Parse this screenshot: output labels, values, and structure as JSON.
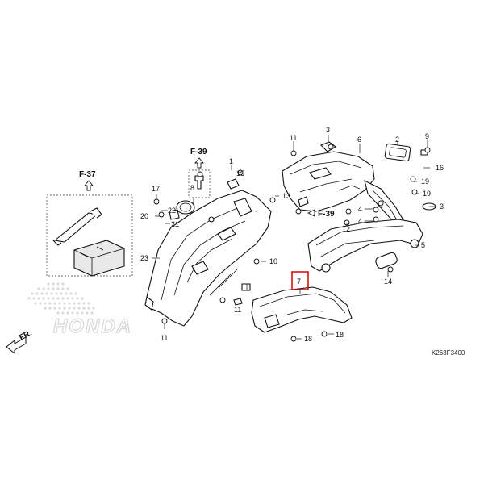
{
  "brand": "HONDA",
  "diagram_code": "K263F3400",
  "direction_label": "FR.",
  "highlight_color": "#dd1111",
  "refs": {
    "f37": "F-37",
    "f39_top": "F-39",
    "f39_mid": "F-39"
  },
  "callouts": {
    "c1": "1",
    "c2": "2",
    "c3a": "3",
    "c3b": "3",
    "c4a": "4",
    "c4b": "4",
    "c5": "5",
    "c6": "6",
    "c7": "7",
    "c8": "8",
    "c9": "9",
    "c10": "10",
    "c11a": "11",
    "c11b": "11",
    "c11c": "11",
    "c12": "12",
    "c13": "13",
    "c14": "14",
    "c15": "15",
    "c16": "16",
    "c17": "17",
    "c18a": "18",
    "c18b": "18",
    "c19a": "19",
    "c19b": "19",
    "c20": "20",
    "c21": "21",
    "c22": "22",
    "c23": "23"
  }
}
